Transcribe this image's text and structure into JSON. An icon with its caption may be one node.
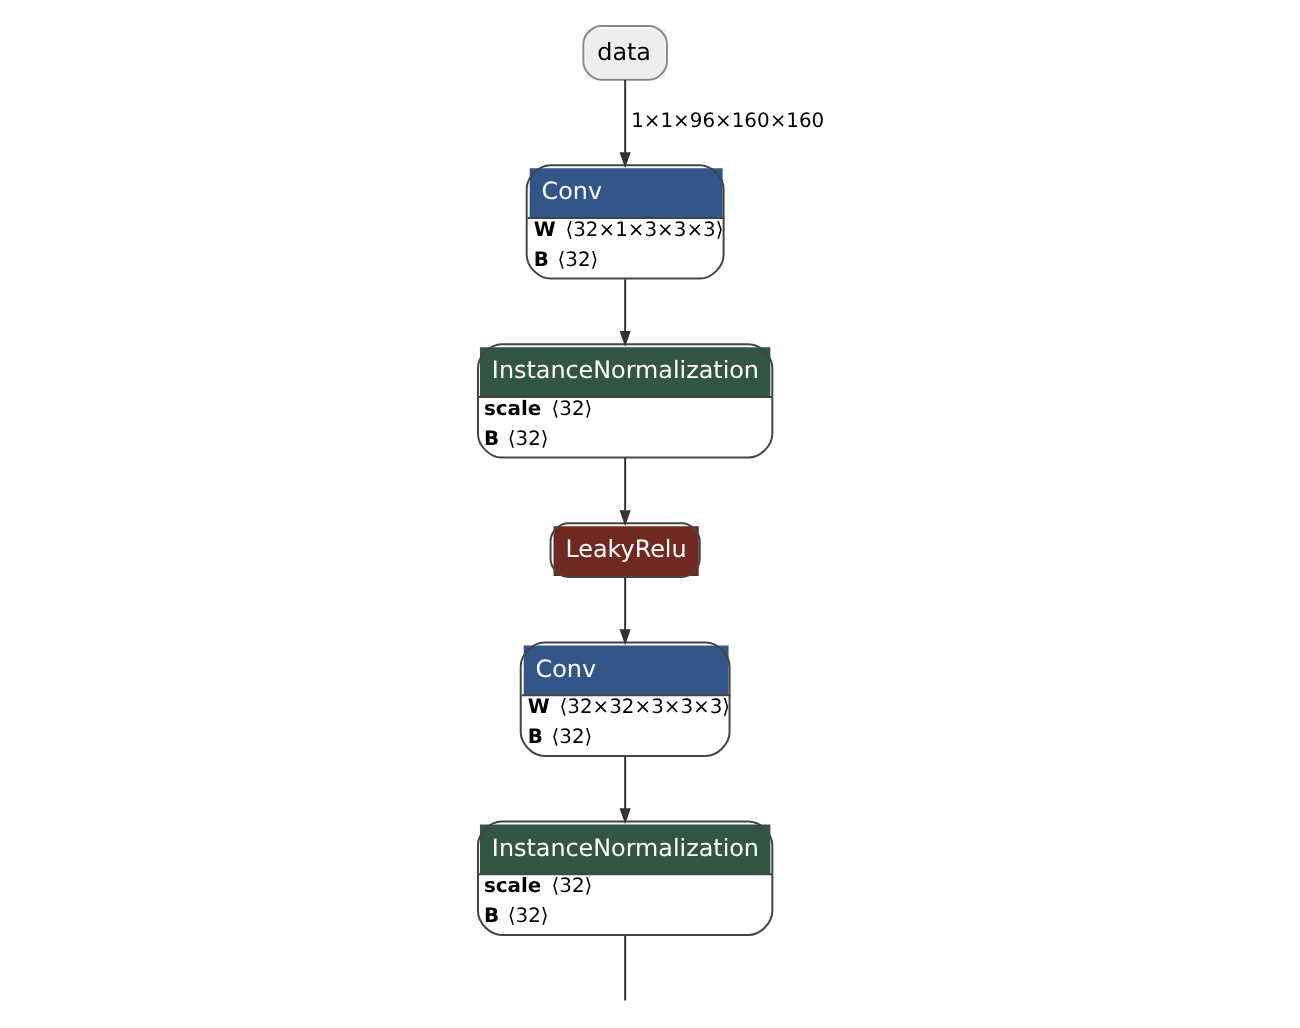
{
  "diagram": {
    "nodes": [
      {
        "text": [
          "data"
        ]
      },
      {
        "text": [
          "Conv",
          "W ⟨32×1×3×3×3⟩",
          "B ⟨32⟩"
        ]
      },
      {
        "text": [
          "InstanceNormalization",
          "scale ⟨32⟩",
          "B ⟨32⟩"
        ]
      },
      {
        "text": [
          "LeakyRelu"
        ]
      },
      {
        "text": [
          "Conv",
          "W ⟨32×32×3×3×3⟩",
          "B ⟨32⟩"
        ]
      },
      {
        "text": [
          "InstanceNormalization",
          "scale ⟨32⟩",
          "B ⟨32⟩"
        ]
      }
    ],
    "edges": [
      {
        "from": 0,
        "to": 1,
        "arrow": "to",
        "label": "1×1×96×160×160"
      },
      {
        "from": 1,
        "to": 2,
        "arrow": "to"
      },
      {
        "from": 2,
        "to": 3,
        "arrow": "to"
      },
      {
        "from": 3,
        "to": 4,
        "arrow": "to"
      },
      {
        "from": 4,
        "to": 5,
        "arrow": "to"
      },
      {
        "from": 5,
        "to": null,
        "arrow": "none"
      }
    ]
  }
}
